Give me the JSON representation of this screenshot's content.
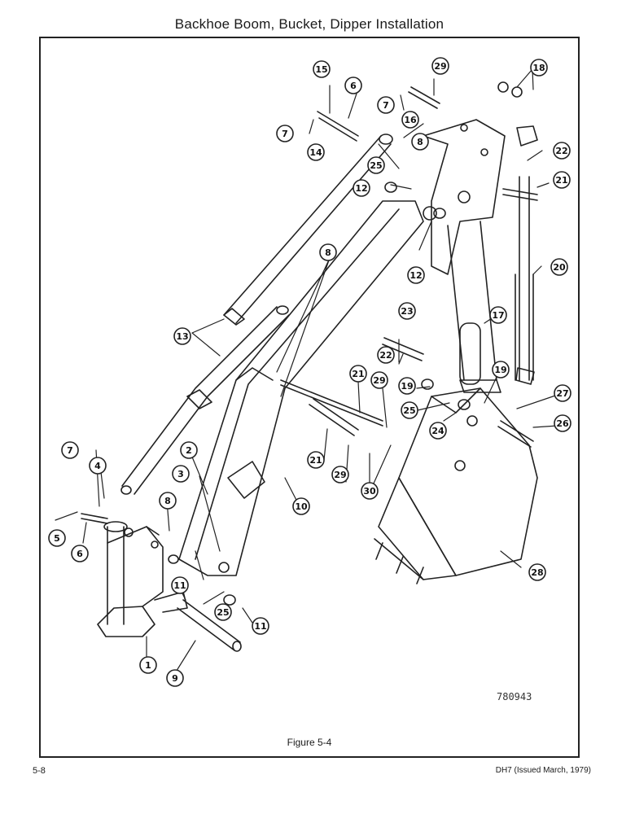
{
  "page": {
    "title": "Backhoe Boom, Bucket, Dipper Installation",
    "page_number": "5-8",
    "issue_note": "DH7 (Issued March, 1979)"
  },
  "figure": {
    "caption": "Figure 5-4",
    "drawing_number": "780943"
  },
  "callouts": [
    "1",
    "2",
    "3",
    "4",
    "5",
    "6",
    "6",
    "7",
    "7",
    "7",
    "8",
    "8",
    "8",
    "9",
    "10",
    "11",
    "11",
    "12",
    "12",
    "13",
    "14",
    "15",
    "16",
    "17",
    "18",
    "19",
    "19",
    "20",
    "21",
    "21",
    "21",
    "22",
    "22",
    "23",
    "24",
    "25",
    "25",
    "25",
    "26",
    "27",
    "28",
    "29",
    "29",
    "29",
    "30"
  ]
}
